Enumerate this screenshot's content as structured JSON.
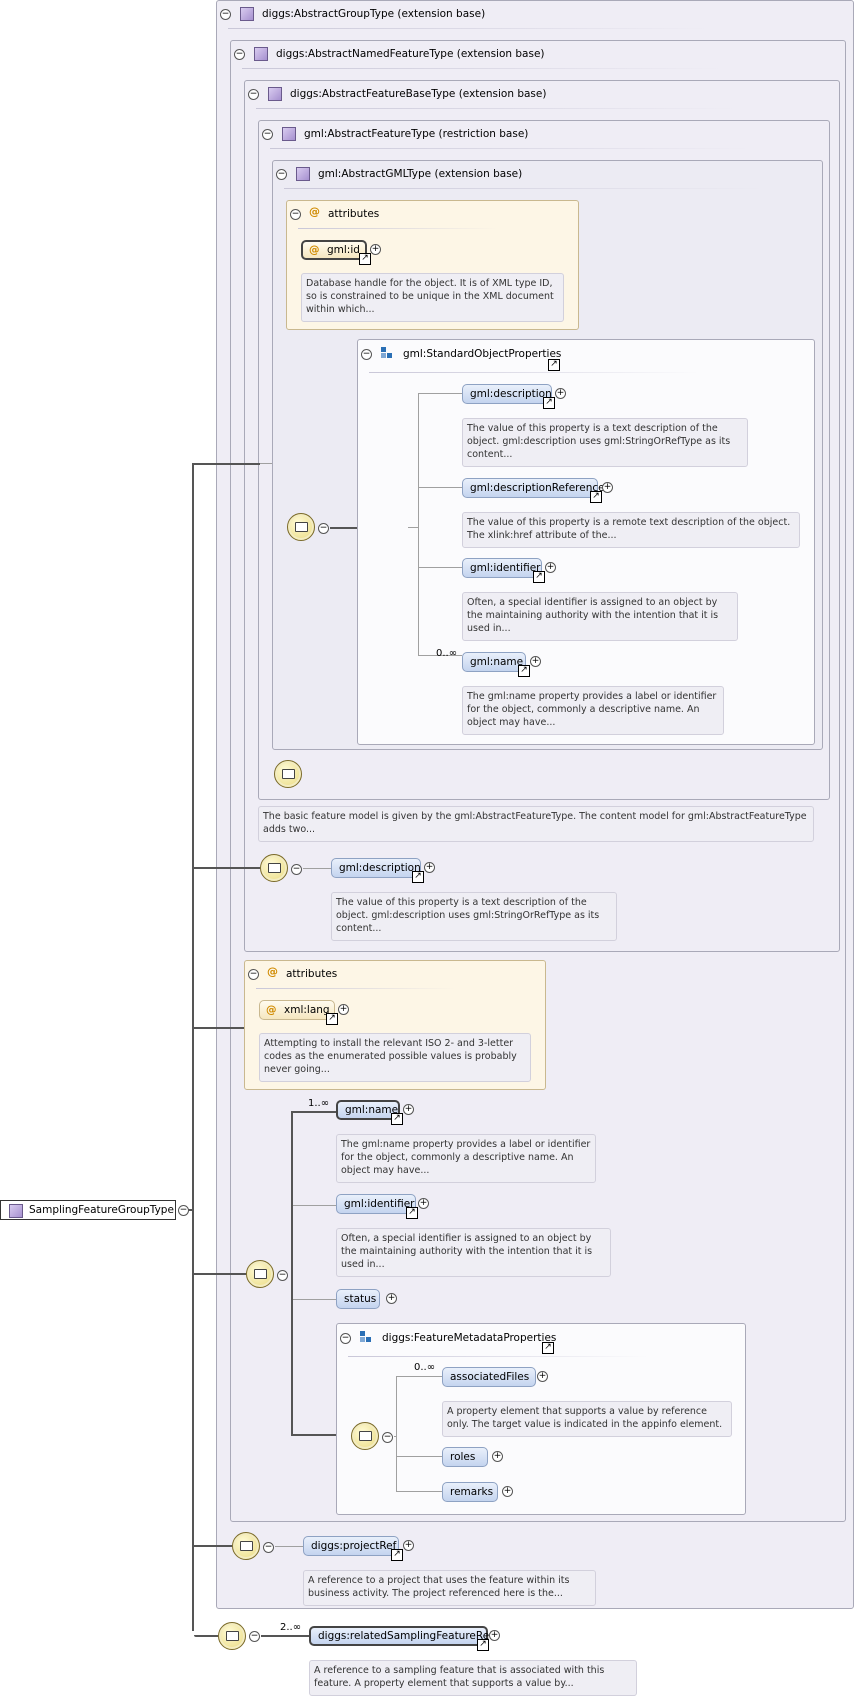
{
  "root": {
    "label": "SamplingFeatureGroupType"
  },
  "boxes": {
    "abstract_group": "diggs:AbstractGroupType (extension base)",
    "abstract_named": "diggs:AbstractNamedFeatureType (extension base)",
    "abstract_featurebase": "diggs:AbstractFeatureBaseType (extension base)",
    "gml_feature": "gml:AbstractFeatureType (restriction base)",
    "gml_gml": "gml:AbstractGMLType (extension base)"
  },
  "attributes1": {
    "title": "attributes",
    "item": "gml:id",
    "doc": "Database handle for the object. It is of XML type ID, so is constrained to be unique in the XML document within which..."
  },
  "std_props": {
    "title": "gml:StandardObjectProperties",
    "items": [
      {
        "label": "gml:description",
        "doc": "The value of this property is a text description of the object. gml:description uses gml:StringOrRefType as its content..."
      },
      {
        "label": "gml:descriptionReference",
        "doc": "The value of this property is a remote text description of the object. The xlink:href attribute of the..."
      },
      {
        "label": "gml:identifier",
        "doc": "Often, a special identifier is assigned to an object by the maintaining authority with the intention that it is used in..."
      },
      {
        "label": "gml:name",
        "card": "0..∞",
        "doc": "The gml:name property provides a label or identifier for the object, commonly a descriptive name. An object may have..."
      }
    ]
  },
  "feature_doc": "The basic feature model is given by the gml:AbstractFeatureType. The content model for gml:AbstractFeatureType adds two...",
  "named_desc": {
    "label": "gml:description",
    "doc": "The value of this property is a text description of the object. gml:description uses gml:StringOrRefType as its content..."
  },
  "attributes2": {
    "title": "attributes",
    "item": "xml:lang",
    "doc": "Attempting to install the relevant ISO 2- and 3-letter codes as the enumerated possible values is probably never going..."
  },
  "named_seq": {
    "name": {
      "label": "gml:name",
      "card": "1..∞",
      "doc": "The gml:name property provides a label or identifier for the object, commonly a descriptive name. An object may have..."
    },
    "identifier": {
      "label": "gml:identifier",
      "doc": "Often, a special identifier is assigned to an object by the maintaining authority with the intention that it is used in..."
    },
    "status": {
      "label": "status"
    }
  },
  "meta_props": {
    "title": "diggs:FeatureMetadataProperties",
    "associated": {
      "label": "associatedFiles",
      "card": "0..∞",
      "doc": "A property element that supports a value by reference only. The target value is indicated in the appinfo element."
    },
    "roles": {
      "label": "roles"
    },
    "remarks": {
      "label": "remarks"
    }
  },
  "project_ref": {
    "label": "diggs:projectRef",
    "doc": "A reference to a project that uses the feature within its business activity. The project referenced here is the..."
  },
  "related_ref": {
    "label": "diggs:relatedSamplingFeatureRef",
    "card": "2..∞",
    "doc": "A reference to a sampling feature that is associated with this feature. A property element that supports a value by..."
  },
  "glyphs": {
    "minus": "−",
    "plus": "+",
    "link": "↗",
    "at": "@"
  }
}
